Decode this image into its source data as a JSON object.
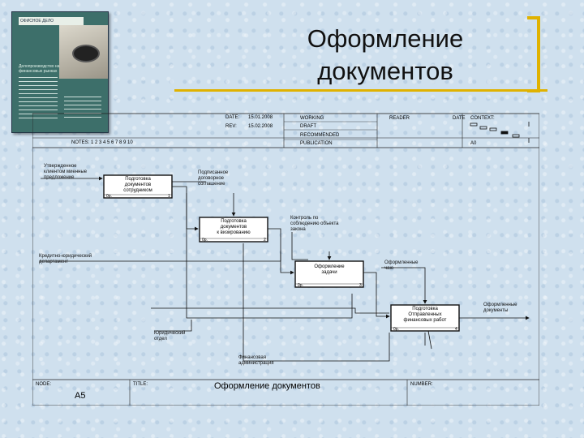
{
  "slide": {
    "title_line1": "Оформление",
    "title_line2": "документов",
    "accent_color": "#e0b200"
  },
  "book_cover": {
    "publisher": "ОФИСНОЕ ДЕЛО",
    "title": "Делопроизводство на финансовых рынках"
  },
  "header": {
    "date_label": "DATE:",
    "date_value": "15.01.2008",
    "rev_label": "REV:",
    "rev_value": "15.02.2008",
    "notes": "NOTES:  1  2  3  4  5  6  7  8  9  10",
    "status": [
      "WORKING",
      "DRAFT",
      "RECOMMENDED",
      "PUBLICATION"
    ],
    "reader_label": "READER",
    "date2_label": "DATE",
    "context_label": "CONTEXT:",
    "node_ref": "A0"
  },
  "diagram": {
    "boxes": [
      {
        "label1": "Подготовка",
        "label2": "документов",
        "label3": "сотрудником",
        "person": "0р.",
        "num": "1"
      },
      {
        "label1": "Подготовка",
        "label2": "документов",
        "label3": "к визированию",
        "person": "0р.",
        "num": "2"
      },
      {
        "label1": "Оформление",
        "label2": "задачи",
        "label3": "",
        "person": "0р.",
        "num": "3"
      },
      {
        "label1": "Подготовка",
        "label2": "Отправленных",
        "label3": "финансовых работ",
        "person": "0р.",
        "num": "4"
      }
    ],
    "arrows": {
      "input1_line1": "Утвержденное",
      "input1_line2": "клиентом миенные",
      "input1_line3": "предложение",
      "output1_line1": "Подписанное",
      "output1_line2": "договорное",
      "output1_line3": "соглашение",
      "label_credit1": "Кредитно-юридический",
      "label_credit2": "департамент",
      "label_control1": "Контроль по",
      "label_control2": "соблюдению объекта",
      "label_control3": "закона",
      "label_legal1": "Юридический",
      "label_legal2": "отдел",
      "label_signed1": "Оформленные",
      "label_signed2": "чаю",
      "label_finance1": "Финансовая",
      "label_finance2": "администрация",
      "output_final1": "Оформленные",
      "output_final2": "документы"
    }
  },
  "footer": {
    "node_label": "NODE:",
    "node_value": "А5",
    "title_label": "TITLE:",
    "title_value": "Оформление документов",
    "number_label": "NUMBER:"
  }
}
